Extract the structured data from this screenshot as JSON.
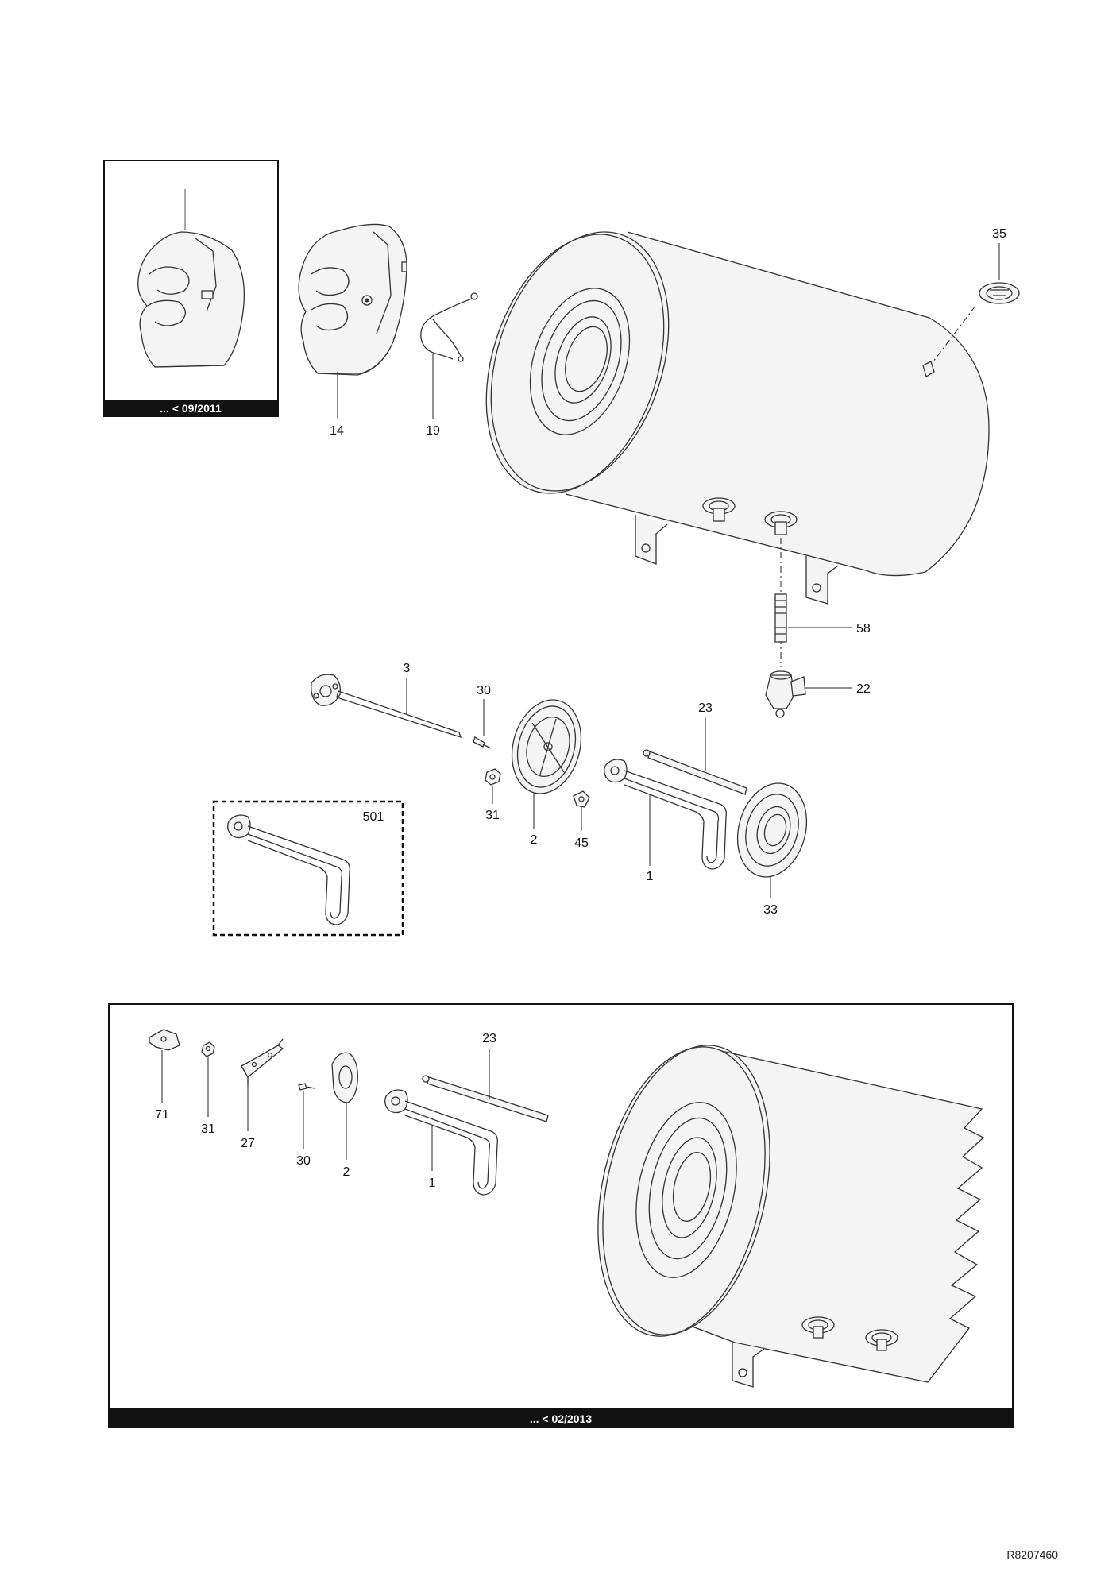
{
  "inset_top": {
    "caption": "... < 09/2011"
  },
  "inset_bottom": {
    "caption": "... < 02/2013"
  },
  "option_box": {
    "label": "501"
  },
  "labels": {
    "l14": "14",
    "l19": "19",
    "l35": "35",
    "l58": "58",
    "l22": "22",
    "l3": "3",
    "l30": "30",
    "l23": "23",
    "l31": "31",
    "l2": "2",
    "l45": "45",
    "l1": "1",
    "l33": "33",
    "b71": "71",
    "b31": "31",
    "b27": "27",
    "b30": "30",
    "b2": "2",
    "b1": "1",
    "b23": "23"
  },
  "reference": "R8207460"
}
